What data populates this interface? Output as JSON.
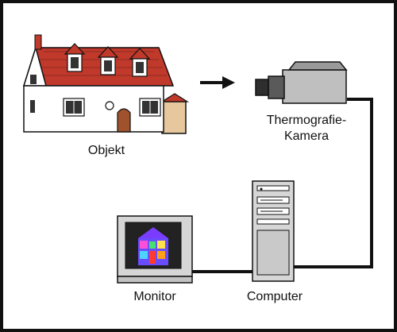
{
  "diagram": {
    "nodes": [
      {
        "id": "objekt",
        "label": "Objekt",
        "icon": "house-icon"
      },
      {
        "id": "kamera",
        "label_line1": "Thermografie-",
        "label_line2": "Kamera",
        "icon": "thermal-camera-icon"
      },
      {
        "id": "computer",
        "label": "Computer",
        "icon": "computer-tower-icon"
      },
      {
        "id": "monitor",
        "label": "Monitor",
        "icon": "monitor-icon"
      }
    ],
    "edges": [
      {
        "from": "objekt",
        "to": "kamera",
        "style": "arrow"
      },
      {
        "from": "kamera",
        "to": "computer",
        "style": "cable"
      },
      {
        "from": "computer",
        "to": "monitor",
        "style": "cable"
      }
    ]
  },
  "colors": {
    "line": "#111111",
    "roof": "#c0392b",
    "wall": "#ffffff",
    "device": "#bfbfbf",
    "thermal_hot": "#ff3b30",
    "thermal_cold": "#3a2bff"
  }
}
